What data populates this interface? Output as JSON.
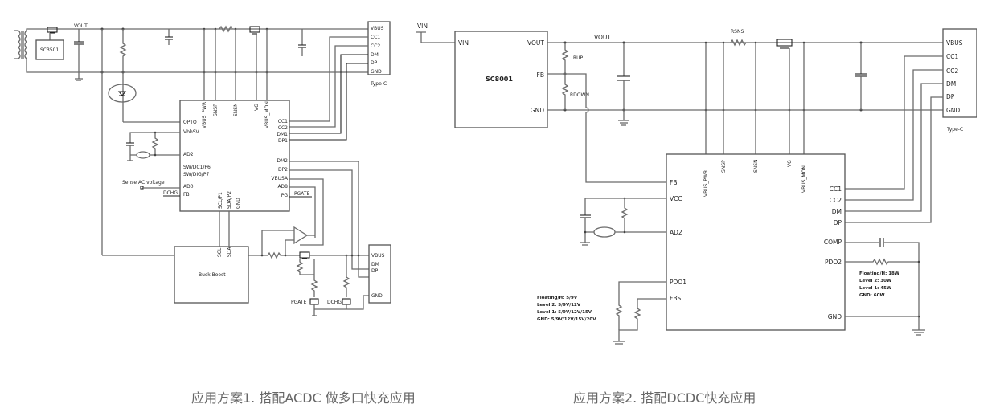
{
  "captions": {
    "scheme1": "应用方案1. 搭配ACDC 做多口快充应用",
    "scheme2": "应用方案2. 搭配DCDC快充应用"
  },
  "scheme1": {
    "rectifier_chip": "SC3501",
    "vout_label": "VOUT",
    "controller_left_pins": [
      "OPTO",
      "VbbSV",
      "AD2",
      "SW/DC1/P6",
      "SW/DIG/P7",
      "AD0",
      "FB"
    ],
    "controller_top_pins": [
      "VBUS_PWR",
      "SNSP",
      "SNSN",
      "VG",
      "VBUS_MON"
    ],
    "controller_right_pins": [
      "CC1",
      "CC2",
      "DM1",
      "DP1",
      "DM2",
      "DP2",
      "VBUSA",
      "AD8",
      "PG"
    ],
    "controller_bottom_pins": [
      "SCL/P1",
      "SDA/P2",
      "GND"
    ],
    "sense_label": "Sense AC voltage",
    "dchg_label": "DCHG",
    "pgate_label": "PGATE",
    "port1_label": "Type-C",
    "port1_pins": [
      "VBUS",
      "CC1",
      "CC2",
      "DM",
      "DP",
      "GND"
    ],
    "buckboost_label": "Buck-Boost",
    "buckboost_pins": [
      "SCL",
      "SDA"
    ],
    "port2_pins": [
      "VBUS",
      "DM",
      "DP",
      "GND"
    ],
    "pgate_bottom_label": "PGATE",
    "dchg_bottom_label": "DCHG"
  },
  "scheme2": {
    "vin_label": "VIN",
    "dcdc_chip": "SC8001",
    "dcdc_pins": {
      "vin": "VIN",
      "vout": "VOUT",
      "fb": "FB",
      "gnd": "GND"
    },
    "vout_net": "VOUT",
    "rup": "RUP",
    "rdown": "RDOWN",
    "rsns": "RSNS",
    "port_label": "Type-C",
    "port_pins": [
      "VBUS",
      "CC1",
      "CC2",
      "DM",
      "DP",
      "GND"
    ],
    "controller_top_pins": [
      "VBUS_PWR",
      "SNSP",
      "SNSN",
      "VG",
      "VBUS_MON"
    ],
    "controller_left_pins": [
      "FB",
      "VCC",
      "AD2",
      "PDO1",
      "FBS"
    ],
    "controller_right_pins": [
      "CC1",
      "CC2",
      "DM",
      "DP",
      "COMP",
      "PDO2",
      "GND"
    ],
    "pdo1_notes": [
      "Floating/H: 5/9V",
      "Level 2: 5/9V/12V",
      "Level 1: 5/9V/12V/15V",
      "GND: 5/9V/12V/15V/20V"
    ],
    "pdo2_notes": [
      "Floating/H: 18W",
      "Level 2: 30W",
      "Level 1: 45W",
      "GND: 60W"
    ]
  }
}
